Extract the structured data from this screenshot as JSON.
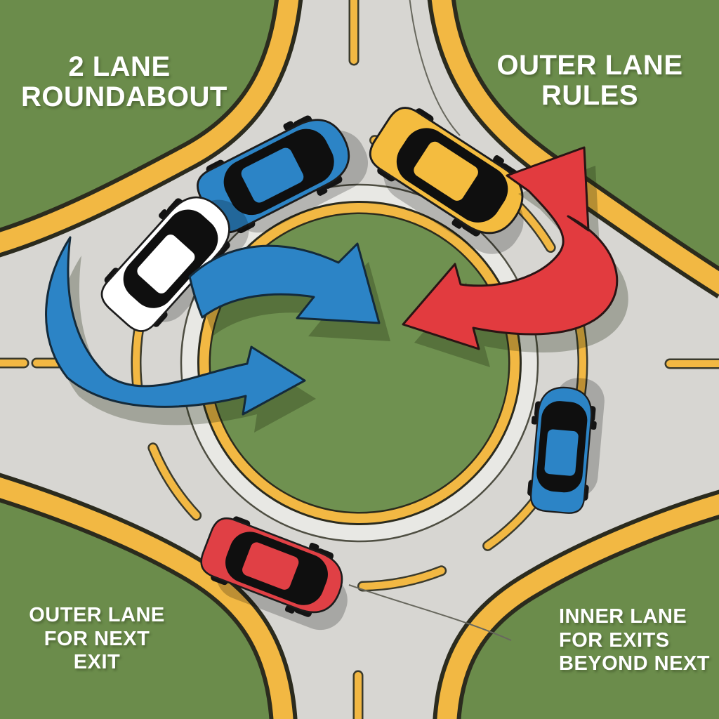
{
  "diagram": {
    "title_left": {
      "line1": "2 LANE",
      "line2": "ROUNDABOUT"
    },
    "title_right": {
      "line1": "OUTER LANE",
      "line2": "RULES"
    },
    "caption_left": {
      "line1": "OUTER LANE",
      "line2": "FOR NEXT",
      "line3": "EXIT"
    },
    "caption_right": {
      "line1": "INNER LANE",
      "line2": "FOR EXITS",
      "line3": "BEYOND NEXT"
    }
  },
  "colors": {
    "grass": "#6B8C4B",
    "island": "#6F9150",
    "road": "#D7D6D2",
    "apron": "#E8E8E4",
    "lane_yellow": "#F2B843",
    "outline": "#2B2B1E",
    "arrow_blue": "#2C84C6",
    "arrow_red": "#E23B3F",
    "text": "#FFFFFF"
  },
  "cars": [
    {
      "id": "car-blue-top-left",
      "color": "#2C84C6",
      "location": "circulating lane, top left"
    },
    {
      "id": "car-yellow-top-right",
      "color": "#F4BC3F",
      "location": "circulating lane, top right"
    },
    {
      "id": "car-white-left",
      "color": "#FFFFFF",
      "location": "circulating lane, left"
    },
    {
      "id": "car-blue-right",
      "color": "#2C84C6",
      "location": "circulating lane, right"
    },
    {
      "id": "car-red-bottom",
      "color": "#E04045",
      "location": "circulating lane, bottom"
    }
  ],
  "arrows": [
    {
      "id": "blue-arrow-upper",
      "color": "#2C84C6",
      "location": "from white car toward island center"
    },
    {
      "id": "blue-arrow-lower",
      "color": "#2C84C6",
      "location": "from left entry toward island center"
    },
    {
      "id": "red-arrow",
      "color": "#E23B3F",
      "location": "double-headed, top right quadrant"
    }
  ]
}
